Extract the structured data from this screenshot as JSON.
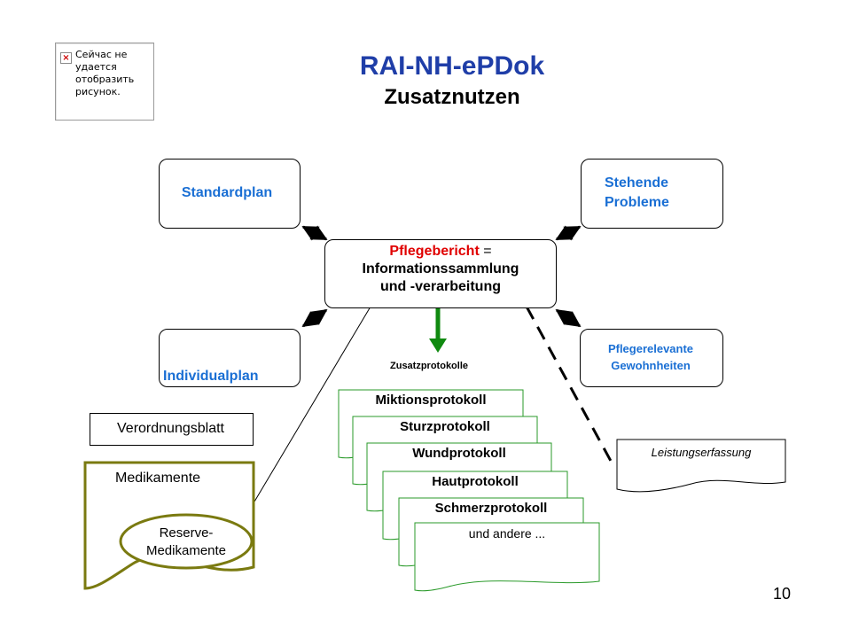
{
  "title": "RAI-NH-ePDok",
  "subtitle": "Zusatznutzen",
  "image_placeholder": {
    "text": "Сейчас не\nудается\nотобразить\nрисунок.",
    "icon": "broken-image-x-icon"
  },
  "boxes": {
    "standardplan": "Standardplan",
    "stehende_probleme": "Stehende\nProbleme",
    "individualplan": "Individualplan",
    "pflegerelevante": "Pflegerelevante\nGewohnheiten",
    "center_line1_red": "Pflegebericht",
    "center_line1_rest": " =",
    "center_line2": "Informationssammlung",
    "center_line3": "und -verarbeitung",
    "verordnungsblatt": "Verordnungsblatt",
    "medikamente": "Medikamente",
    "reserve": "Reserve-\nMedikamente",
    "leistungserfassung": "Leistungserfassung"
  },
  "zusatzprotokolle_label": "Zusatzprotokolle",
  "protocols": [
    "Miktionsprotokoll",
    "Sturzprotokoll",
    "Wundprotokoll",
    "Hautprotokoll",
    "Schmerzprotokoll",
    "und andere ..."
  ],
  "page_number": "10",
  "colors": {
    "title_blue": "#1f3ea8",
    "label_blue": "#1a6fd4",
    "red": "#e00000",
    "protocol_green": "#2a9a2a",
    "arrow_green": "#108a10",
    "olive": "#7a7a10"
  }
}
